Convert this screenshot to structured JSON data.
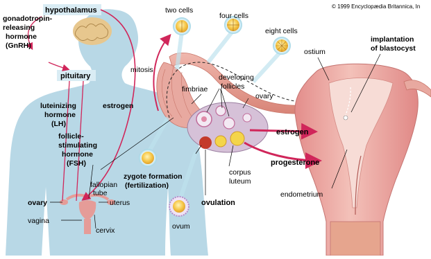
{
  "copyright": "© 1999 Encyclopædia Britannica, In",
  "labels": {
    "hypothalamus": "hypothalamus",
    "gnrh_1": "gonadotropin-",
    "gnrh_2": "releasing",
    "gnrh_3": "hormone",
    "gnrh_4": "(GnRH)",
    "pituitary": "pituitary",
    "lh_1": "luteinizing",
    "lh_2": "hormone",
    "lh_3": "(LH)",
    "estrogen_left": "estrogen",
    "fsh_1": "follicle-",
    "fsh_2": "stimulating",
    "fsh_3": "hormone",
    "fsh_4": "(FSH)",
    "fallopian_1": "fallopian",
    "fallopian_2": "tube",
    "ovary_small": "ovary",
    "uterus_small": "uterus",
    "vagina": "vagina",
    "cervix": "cervix",
    "two_cells": "two cells",
    "four_cells": "four cells",
    "eight_cells": "eight cells",
    "mitosis": "mitosis",
    "fimbriae": "fimbriae",
    "developing_1": "developing",
    "developing_2": "follicles",
    "ovary_big": "ovary",
    "ostium": "ostium",
    "implantation_1": "implantation",
    "implantation_2": "of blastocyst",
    "estrogen_right": "estrogen",
    "progesterone": "progesterone",
    "zygote_1": "zygote formation",
    "zygote_2": "(fertilization)",
    "corpus_1": "corpus",
    "corpus_2": "luteum",
    "ovulation": "ovulation",
    "ovum": "ovum",
    "endometrium": "endometrium"
  },
  "colors": {
    "silhouette": "#b8d8e6",
    "highlight": "#d9ecf4",
    "arrow": "#d0265a",
    "tube": "#e8a9a0",
    "tube_dark": "#c87468",
    "uterus": "#e59c98",
    "uterus_light": "#f2c4bd",
    "cavity": "#f7dcd6",
    "cell": "#f4c64a",
    "cell_ring": "#b9e3ee",
    "ovum_ring": "#c9a6d8"
  }
}
